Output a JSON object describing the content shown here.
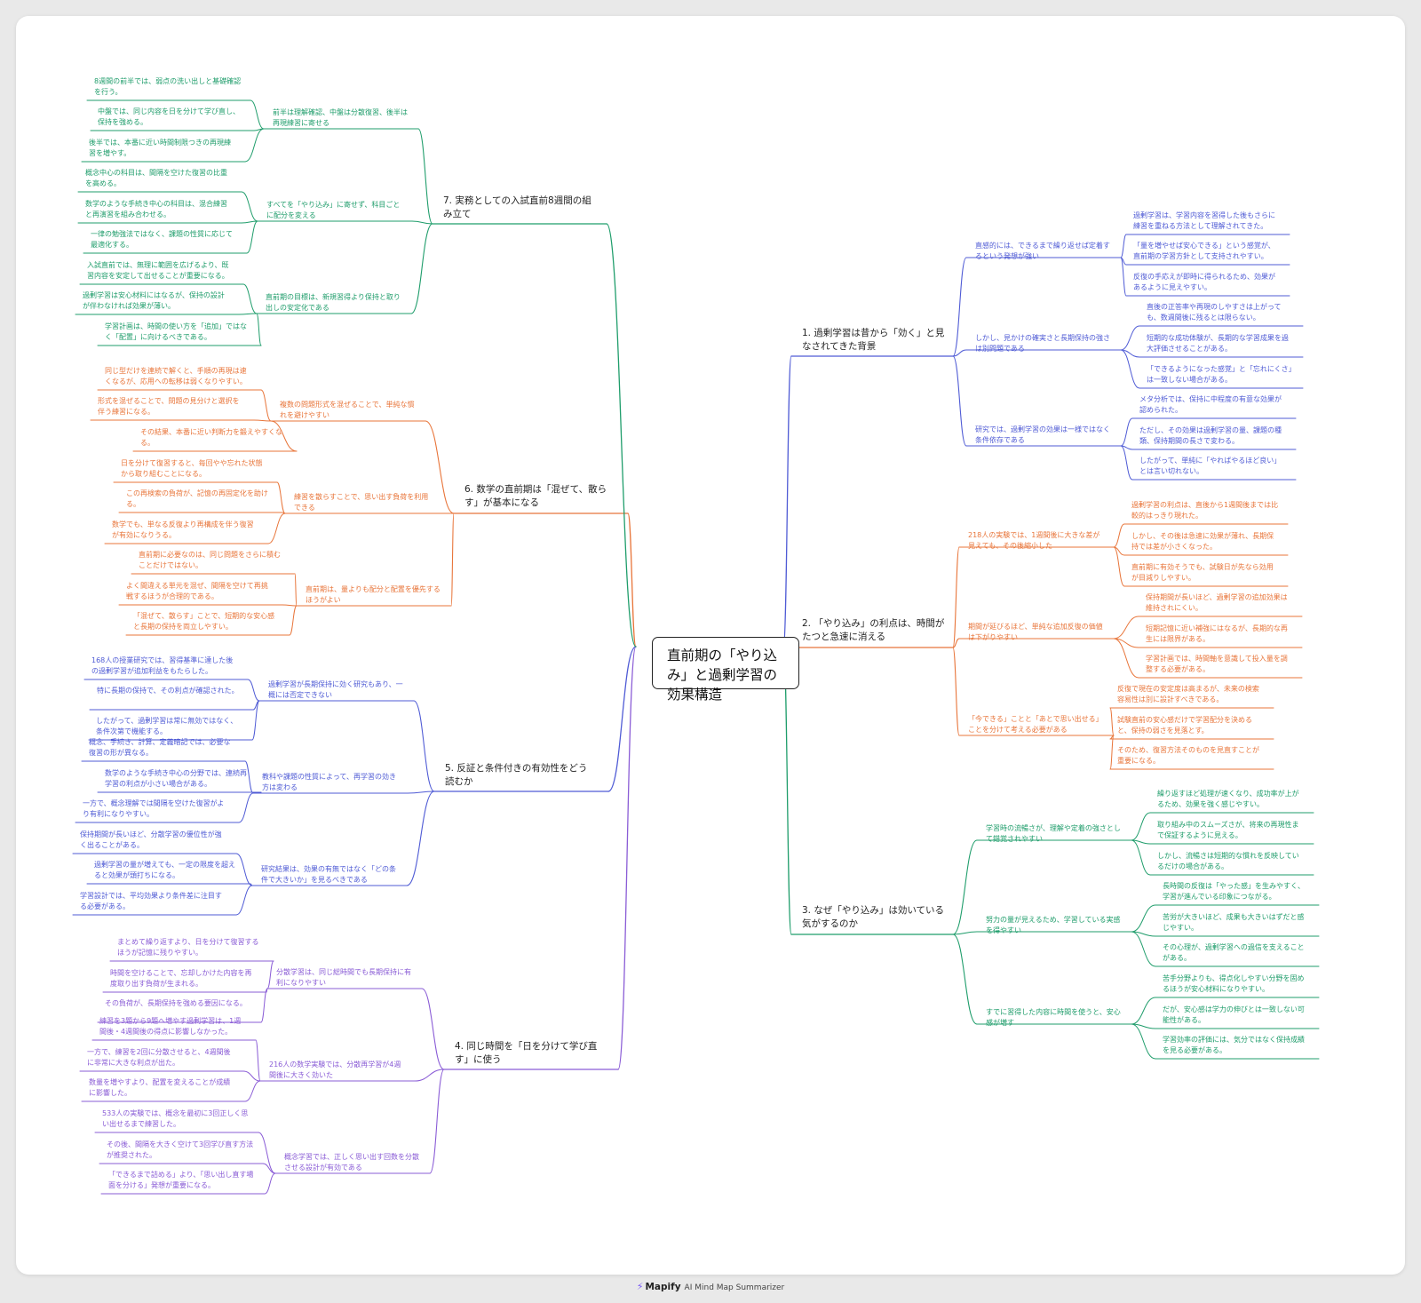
{
  "root": {
    "label": "直前期の「やり込み」と過剰学習の効果構造"
  },
  "colors": {
    "c1": "#4f5bd5",
    "c2": "#e8753a",
    "c3": "#1f9d6b",
    "c4": "#8a5cd6",
    "c5": "#4f5bd5",
    "c6": "#e8753a",
    "c7": "#1f9d6b"
  },
  "branches": [
    {
      "label": "1. 過剰学習は昔から「効く」と見なされてきた背景",
      "children": [
        {
          "label": "直感的には、できるまで繰り返せば定着するという発想が強い",
          "children": [
            "過剰学習は、学習内容を習得した後もさらに練習を重ねる方法として理解されてきた。",
            "「量を増やせば安心できる」という感覚が、直前期の学習方針として支持されやすい。",
            "反復の手応えが即時に得られるため、効果があるように見えやすい。"
          ]
        },
        {
          "label": "しかし、見かけの確実さと長期保持の強さは別問題である",
          "children": [
            "直後の正答率や再現のしやすさは上がっても、数週間後に残るとは限らない。",
            "短期的な成功体験が、長期的な学習成果を過大評価させることがある。",
            "「できるようになった感覚」と「忘れにくさ」は一致しない場合がある。"
          ]
        },
        {
          "label": "研究では、過剰学習の効果は一様ではなく条件依存である",
          "children": [
            "メタ分析では、保持に中程度の有意な効果が認められた。",
            "ただし、その効果は過剰学習の量、課題の種類、保持期間の長さで変わる。",
            "したがって、単純に「やればやるほど良い」とは言い切れない。"
          ]
        }
      ]
    },
    {
      "label": "2. 「やり込み」の利点は、時間がたつと急速に消える",
      "children": [
        {
          "label": "218人の実験では、1週間後に大きな差が見えても、その後縮小した",
          "children": [
            "過剰学習の利点は、直後から1週間後までは比較的はっきり現れた。",
            "しかし、その後は急速に効果が薄れ、長期保持では差が小さくなった。",
            "直前期に有効そうでも、試験日が先なら効用が目減りしやすい。"
          ]
        },
        {
          "label": "期間が延びるほど、単純な追加反復の価値は下がりやすい",
          "children": [
            "保持期間が長いほど、過剰学習の追加効果は維持されにくい。",
            "短期記憶に近い補強にはなるが、長期的な再生には限界がある。",
            "学習計画では、時間軸を意識して投入量を調整する必要がある。"
          ]
        },
        {
          "label": "「今できる」ことと「あとで思い出せる」ことを分けて考える必要がある",
          "children": [
            "反復で現在の安定度は高まるが、未来の検索容易性は別に設計すべきである。",
            "試験直前の安心感だけで学習配分を決めると、保持の弱さを見落とす。",
            "そのため、復習方法そのものを見直すことが重要になる。"
          ]
        }
      ]
    },
    {
      "label": "3. なぜ「やり込み」は効いている気がするのか",
      "children": [
        {
          "label": "学習時の流暢さが、理解や定着の強さとして錯覚されやすい",
          "children": [
            "繰り返すほど処理が速くなり、成功率が上がるため、効果を強く感じやすい。",
            "取り組み中のスムーズさが、将来の再現性まで保証するように見える。",
            "しかし、流暢さは短期的な慣れを反映しているだけの場合がある。"
          ]
        },
        {
          "label": "努力の量が見えるため、学習している実感を得やすい",
          "children": [
            "長時間の反復は「やった感」を生みやすく、学習が進んでいる印象につながる。",
            "苦労が大きいほど、成果も大きいはずだと感じやすい。",
            "その心理が、過剰学習への過信を支えることがある。"
          ]
        },
        {
          "label": "すでに習得した内容に時間を使うと、安心感が増す",
          "children": [
            "苦手分野よりも、得点化しやすい分野を固めるほうが安心材料になりやすい。",
            "だが、安心感は学力の伸びとは一致しない可能性がある。",
            "学習効率の評価には、気分ではなく保持成績を見る必要がある。"
          ]
        }
      ]
    },
    {
      "label": "4. 同じ時間を「日を分けて学び直す」に使う",
      "children": [
        {
          "label": "分散学習は、同じ総時間でも長期保持に有利になりやすい",
          "children": [
            "まとめて繰り返すより、日を分けて復習するほうが記憶に残りやすい。",
            "時間を空けることで、忘却しかけた内容を再度取り出す負荷が生まれる。",
            "その負荷が、長期保持を強める要因になる。"
          ]
        },
        {
          "label": "216人の数学実験では、分散再学習が4週間後に大きく効いた",
          "children": [
            "練習を3題から9題へ増やす過剰学習は、1週間後・4週間後の得点に影響しなかった。",
            "一方で、練習を2回に分散させると、4週間後に非常に大きな利点が出た。",
            "数量を増やすより、配置を変えることが成績に影響した。"
          ]
        },
        {
          "label": "概念学習では、正しく思い出す回数を分散させる設計が有効である",
          "children": [
            "533人の実験では、概念を最初に3回正しく思い出せるまで練習した。",
            "その後、間隔を大きく空けて3回学び直す方法が推奨された。",
            "「できるまで詰める」より、「思い出し直す場面を分ける」発想が重要になる。"
          ]
        }
      ]
    },
    {
      "label": "5. 反証と条件付きの有効性をどう読むか",
      "children": [
        {
          "label": "過剰学習が長期保持に効く研究もあり、一概には否定できない",
          "children": [
            "168人の授業研究では、習得基準に達した後の過剰学習が追加利益をもたらした。",
            "特に長期の保持で、その利点が確認された。",
            "したがって、過剰学習は常に無効ではなく、条件次第で機能する。"
          ]
        },
        {
          "label": "教科や課題の性質によって、再学習の効き方は変わる",
          "children": [
            "概念、手続き、計算、定義暗記では、必要な復習の形が異なる。",
            "数学のような手続き中心の分野では、連続再学習の利点が小さい場合がある。",
            "一方で、概念理解では間隔を空けた復習がより有利になりやすい。"
          ]
        },
        {
          "label": "研究結果は、効果の有無ではなく「どの条件で大きいか」を見るべきである",
          "children": [
            "保持期間が長いほど、分散学習の優位性が強く出ることがある。",
            "過剰学習の量が増えても、一定の限度を超えると効果が頭打ちになる。",
            "学習設計では、平均効果より条件差に注目する必要がある。"
          ]
        }
      ]
    },
    {
      "label": "6. 数学の直前期は「混ぜて、散らす」が基本になる",
      "children": [
        {
          "label": "複数の問題形式を混ぜることで、単純な慣れを避けやすい",
          "children": [
            "同じ型だけを連続で解くと、手順の再現は速くなるが、応用への転移は弱くなりやすい。",
            "形式を混ぜることで、問題の見分けと選択を伴う練習になる。",
            "その結果、本番に近い判断力を鍛えやすくなる。"
          ]
        },
        {
          "label": "練習を散らすことで、思い出す負荷を利用できる",
          "children": [
            "日を分けて復習すると、毎回やや忘れた状態から取り組むことになる。",
            "この再検索の負荷が、記憶の再固定化を助ける。",
            "数学でも、単なる反復より再構成を伴う復習が有効になりうる。"
          ]
        },
        {
          "label": "直前期は、量よりも配分と配置を優先するほうがよい",
          "children": [
            "直前期に必要なのは、同じ問題をさらに積むことだけではない。",
            "よく間違える単元を混ぜ、間隔を空けて再挑戦するほうが合理的である。",
            "「混ぜて、散らす」ことで、短期的な安心感と長期の保持を両立しやすい。"
          ]
        }
      ]
    },
    {
      "label": "7. 実務としての入試直前8週間の組み立て",
      "children": [
        {
          "label": "前半は理解確認、中盤は分散復習、後半は再現練習に寄せる",
          "children": [
            "8週間の前半では、弱点の洗い出しと基礎確認を行う。",
            "中盤では、同じ内容を日を分けて学び直し、保持を強める。",
            "後半では、本番に近い時間制限つきの再現練習を増やす。"
          ]
        },
        {
          "label": "すべてを「やり込み」に寄せず、科目ごとに配分を変える",
          "children": [
            "概念中心の科目は、間隔を空けた復習の比重を高める。",
            "数学のような手続き中心の科目は、混合練習と再演習を組み合わせる。",
            "一律の勉強法ではなく、課題の性質に応じて最適化する。"
          ]
        },
        {
          "label": "直前期の目標は、新規習得より保持と取り出しの安定化である",
          "children": [
            "入試直前では、無理に範囲を広げるより、既習内容を安定して出せることが重要になる。",
            "過剰学習は安心材料にはなるが、保持の設計が伴わなければ効果が薄い。",
            "学習計画は、時間の使い方を「追加」ではなく「配置」に向けるべきである。"
          ]
        }
      ]
    }
  ],
  "footer": {
    "brand": "Mapify",
    "tagline": "AI Mind Map Summarizer"
  }
}
